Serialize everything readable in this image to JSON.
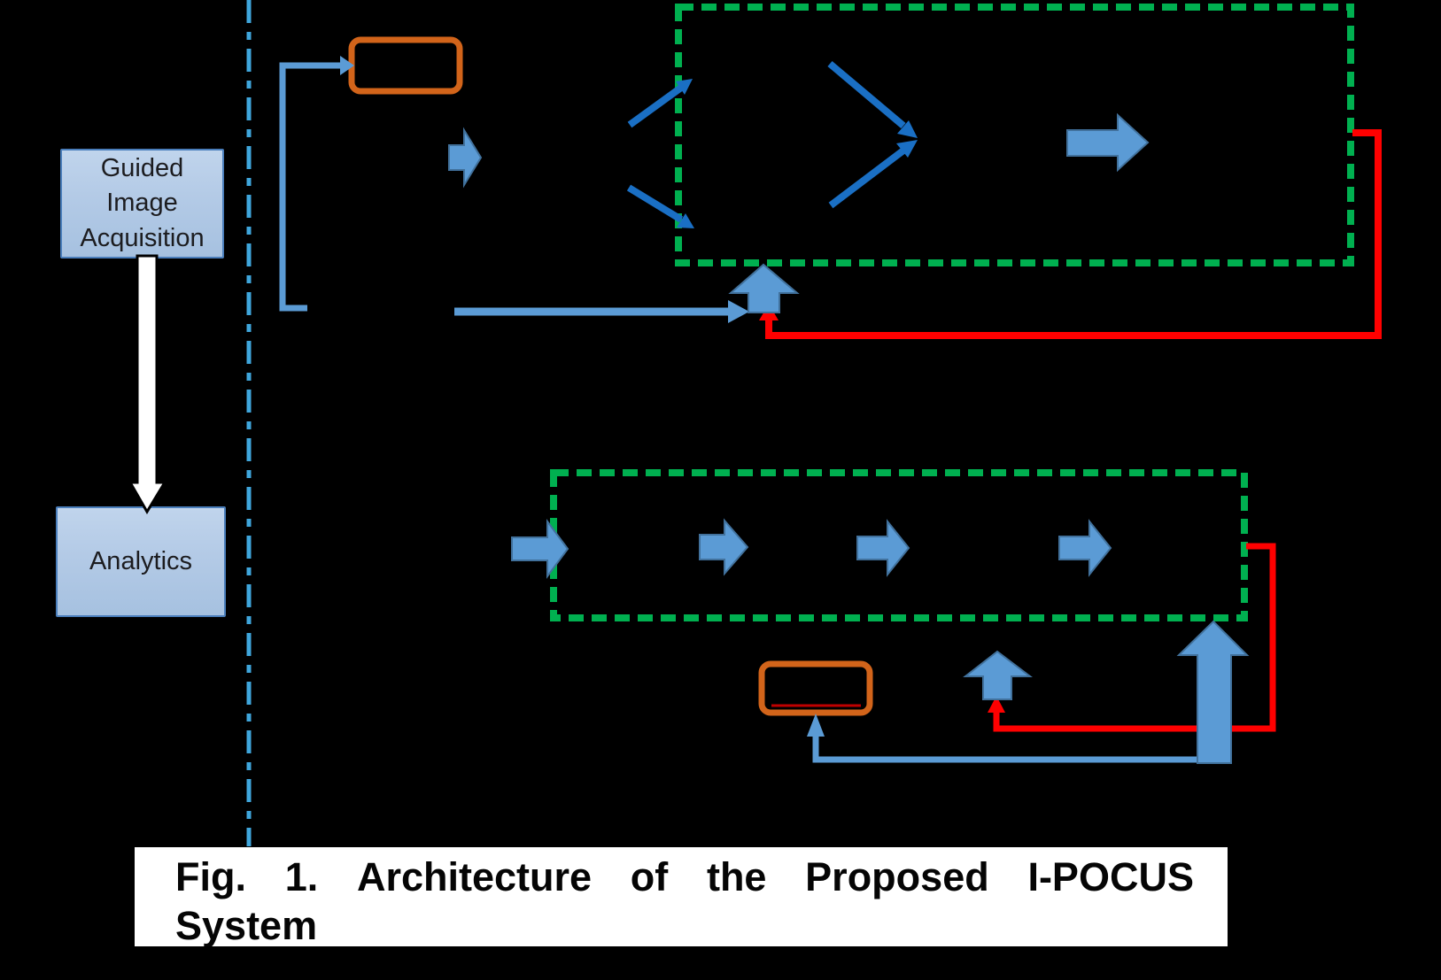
{
  "figure": {
    "left_panel": {
      "guided_label": "Guided Image Acquisition",
      "analytics_label": "Analytics"
    },
    "caption": {
      "line1": "Fig. 1. Architecture of the Proposed I-POCUS",
      "line2": "System"
    },
    "colors": {
      "background": "#000000",
      "node_box_fill": "#b3cae6",
      "node_box_border": "#4a7ebb",
      "green_dashed_border": "#00b050",
      "orange_box_border": "#d2641a",
      "strong_blue_arrow": "#1a6fc4",
      "light_blue_connector": "#5b9bd5",
      "block_arrow_fill": "#5b9bd5",
      "block_arrow_border": "#41719c",
      "red_connector": "#ff0000",
      "dark_red_underline": "#c00000",
      "separator_dashed": "#3fa6dc",
      "caption_background": "#ffffff",
      "caption_text": "#050505"
    }
  }
}
